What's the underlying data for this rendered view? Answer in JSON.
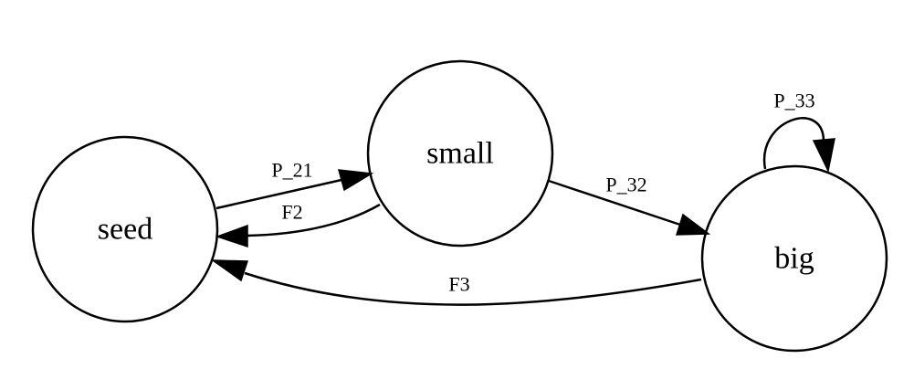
{
  "diagram": {
    "nodes": {
      "seed": "seed",
      "small": "small",
      "big": "big"
    },
    "edges": {
      "seed_to_small": "P_21",
      "small_to_seed": "F2",
      "small_to_big": "P_32",
      "big_to_big": "P_33",
      "big_to_seed": "F3"
    }
  }
}
